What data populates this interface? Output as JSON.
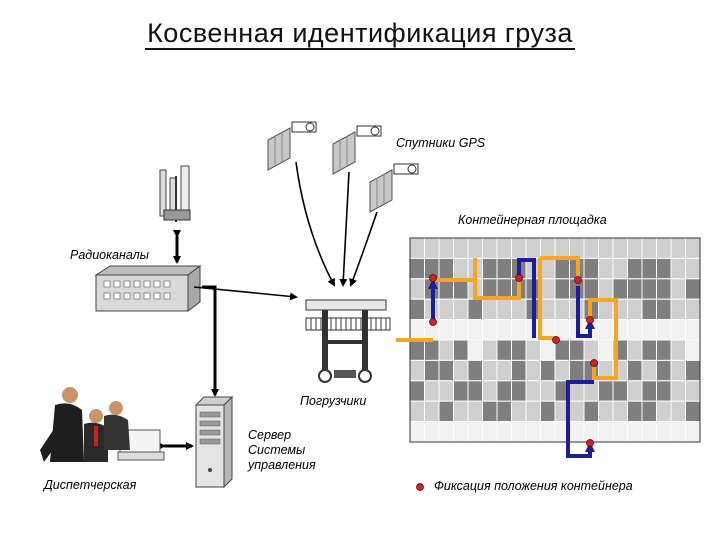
{
  "title": "Косвенная идентификация груза",
  "labels": {
    "satellites": "Спутники GPS",
    "container_yard": "Контейнерная площадка",
    "radio_channels": "Радиоканалы",
    "loaders": "Погрузчики",
    "server_line1": "Сервер",
    "server_line2": "Системы",
    "server_line3": "управления",
    "dispatch": "Диспетчерская",
    "legend": "Фиксация положения контейнера"
  },
  "colors": {
    "route_orange": "#f5a623",
    "route_blue": "#1d1d9a",
    "fix_point": "#d0202a",
    "grid_dark": "#7f7f7f",
    "grid_light": "#cfcfcf",
    "grid_white": "#f2f2f2"
  }
}
